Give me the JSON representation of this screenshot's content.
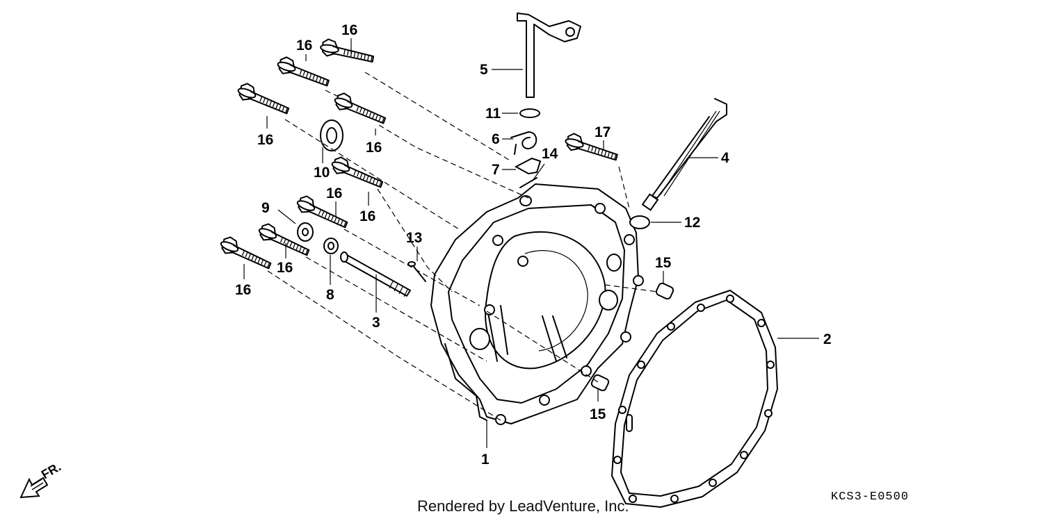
{
  "diagram": {
    "callouts": {
      "c1": "1",
      "c2": "2",
      "c3": "3",
      "c4": "4",
      "c5": "5",
      "c6": "6",
      "c7": "7",
      "c8": "8",
      "c9": "9",
      "c10": "10",
      "c11": "11",
      "c12": "12",
      "c13": "13",
      "c14": "14",
      "c15a": "15",
      "c15b": "15",
      "c16a": "16",
      "c16b": "16",
      "c16c": "16",
      "c16d": "16",
      "c16e": "16",
      "c16f": "16",
      "c16g": "16",
      "c16h": "16",
      "c17": "17"
    },
    "direction_label": "FR.",
    "credit": "Rendered by LeadVenture, Inc.",
    "diagram_code": "KCS3-E0500"
  }
}
